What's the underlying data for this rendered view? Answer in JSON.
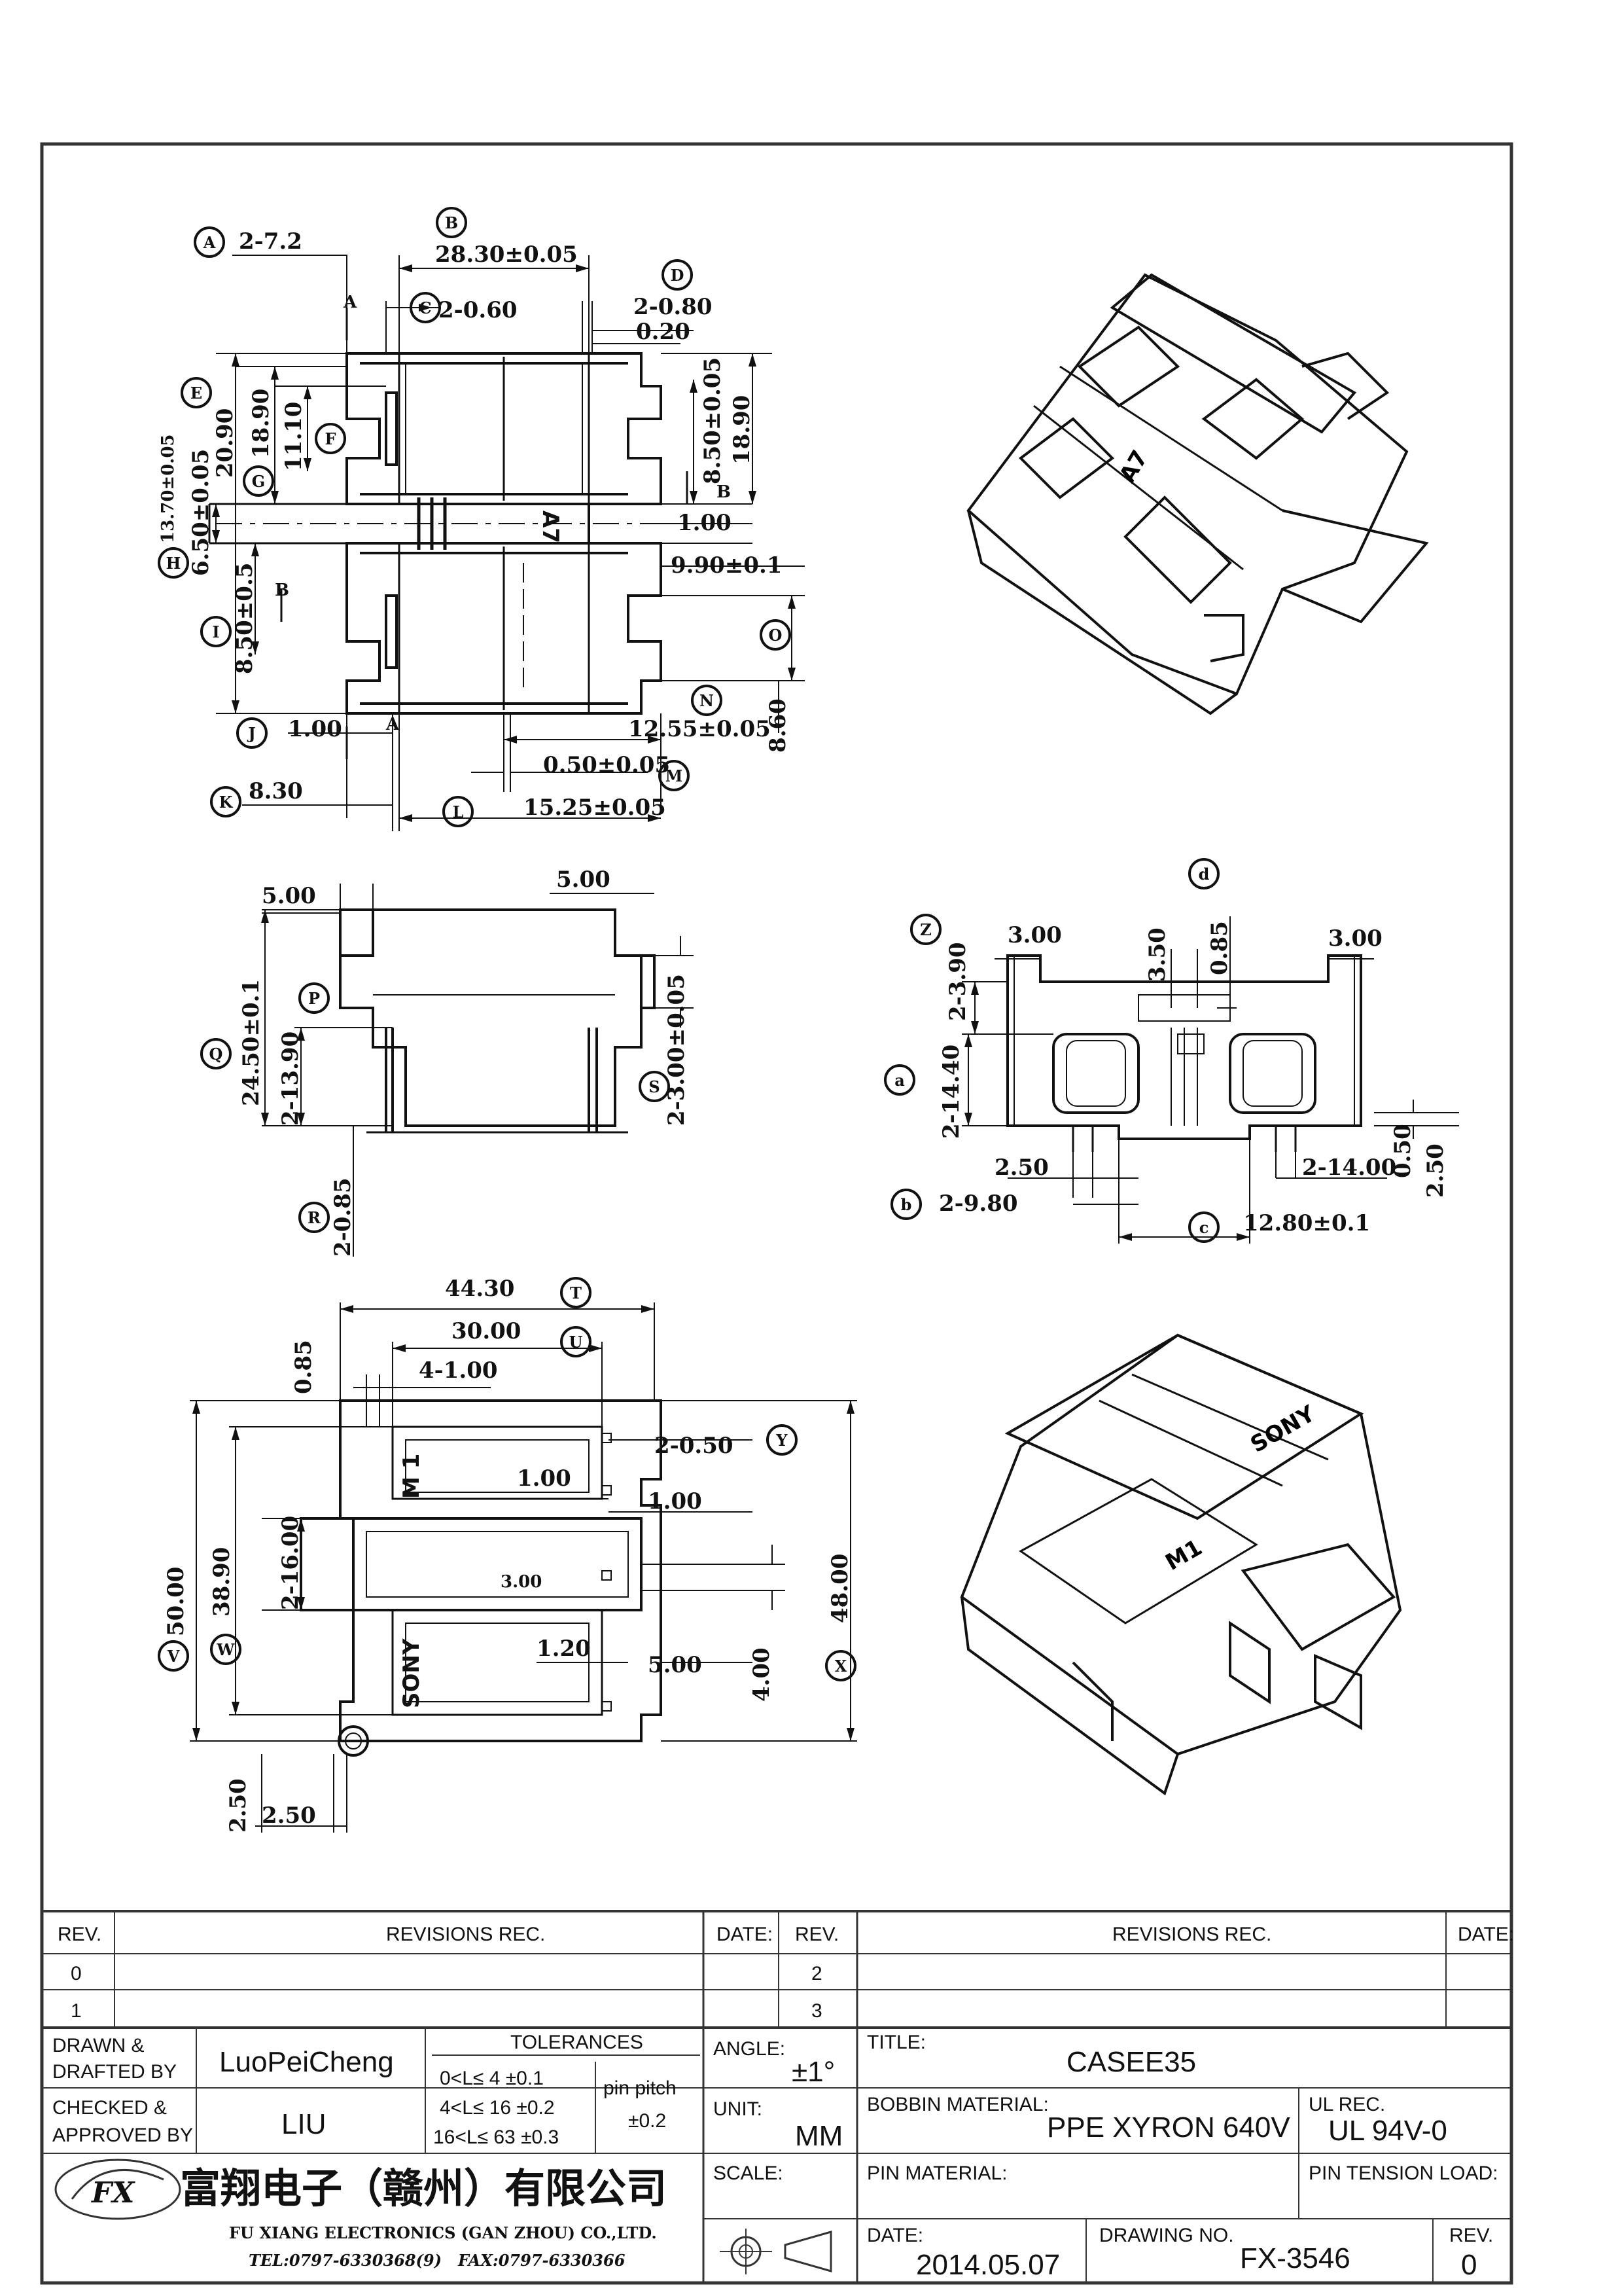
{
  "view_top": {
    "circ": {
      "A": "A",
      "B": "B",
      "C": "C",
      "D": "D",
      "E": "E",
      "F": "F",
      "G": "G",
      "H": "H",
      "I": "I",
      "J": "J",
      "K": "K",
      "L": "L",
      "M": "M",
      "N": "N",
      "O": "O"
    },
    "A": "2-7.2",
    "B": "28.30±0.05",
    "C": "2-0.60",
    "D": "2-0.80",
    "D2": "0.20",
    "E": "20.90",
    "F": "11.10",
    "E2": "18.90",
    "G": "13.70±0.05",
    "H": "6.50±0.05",
    "R1": "8.50±0.05",
    "R2": "18.90",
    "R3": "1.00",
    "R4": "9.90±0.1",
    "I": "8.50±0.5",
    "J": "1.00",
    "K": "8.30",
    "N": "12.55±0.05",
    "M": "0.50±0.05",
    "L": "15.25±0.05",
    "O": "8.60",
    "sec_a": "A",
    "sec_b": "B",
    "mark": "A7"
  },
  "view_side": {
    "circ": {
      "P": "P",
      "Q": "Q",
      "R": "R",
      "S": "S"
    },
    "t1": "5.00",
    "t2": "5.00",
    "Q": "24.50±0.1",
    "P": "2-13.90",
    "S": "2-3.00±0.05",
    "R": "2-0.85"
  },
  "view_end": {
    "circ": {
      "Z": "Z",
      "d": "d",
      "a": "a",
      "b": "b",
      "c": "c"
    },
    "t1": "3.00",
    "t2": "3.50",
    "t3": "3.00",
    "Z": "2-3.90",
    "d": "0.85",
    "a": "2-14.40",
    "v1": "2.50",
    "v2": "2-14.00",
    "v3": "0.50",
    "v4": "2.50",
    "b": "2-9.80",
    "c": "12.80±0.1"
  },
  "view_bottom": {
    "circ": {
      "T": "T",
      "U": "U",
      "V": "V",
      "W": "W",
      "X": "X",
      "Y": "Y"
    },
    "T": "44.30",
    "U": "30.00",
    "u1": "0.85",
    "u2": "4-1.00",
    "Y": "2-0.50",
    "Y2": "1.00",
    "Y3": "1.00",
    "V": "50.00",
    "W": "38.90",
    "W2": "2-16.00",
    "X": "48.00",
    "m1": "3.00",
    "m2": "1.20",
    "m3": "5.00",
    "m4": "4.00",
    "b1": "2.50",
    "b2": "2.50",
    "lab_m1": "M 1",
    "lab_sony": "SONY"
  },
  "iso": {
    "mark1": "A7",
    "mark2": "SONY",
    "mark3": "M1"
  },
  "title_block": {
    "rev_h": "REV.",
    "rec_h": "REVISIONS   REC.",
    "date_h": "DATE:",
    "rev_h2": "REV.",
    "rec_h2": "REVISIONS   REC.",
    "date_h2": "DATE:",
    "r0": "0",
    "r1": "1",
    "r2": "2",
    "r3": "3",
    "drawn_1": "DRAWN  &",
    "drawn_2": "DRAFTED  BY",
    "drawn_val": "LuoPeiCheng",
    "checked_1": "CHECKED  &",
    "checked_2": "APPROVED  BY",
    "checked_val": "LIU",
    "tol_h": "TOLERANCES",
    "tol_1": "0<L≤  4    ±0.1",
    "tol_2": "4<L≤  16  ±0.2",
    "tol_3": "16<L≤  63  ±0.3",
    "pin_pitch": "pin  pitch",
    "pin_pitch_v": "±0.2",
    "angle_h": "ANGLE:",
    "angle_v": "±1°",
    "unit_h": "UNIT:",
    "unit_v": "MM",
    "scale_h": "SCALE:",
    "title_h": "TITLE:",
    "title_v": "CASEE35",
    "bob_h": "BOBBIN  MATERIAL:",
    "bob_v": "PPE  XYRON  640V",
    "ul_h": "UL  REC.",
    "ul_v": "UL  94V-0",
    "pin_mat_h": "PIN  MATERIAL:",
    "pin_ten_h": "PIN  TENSION  LOAD:",
    "date_lab": "DATE:",
    "date_v": "2014.05.07",
    "dno_h": "DRAWING  NO.",
    "dno_v": "FX-3546",
    "rev_lab": "REV.",
    "rev_v": "0",
    "company_cn": "富翔电子（赣州）有限公司",
    "company_en": "FU XIANG ELECTRONICS (GAN ZHOU) CO.,LTD.",
    "tel": "TEL:0797-6330368(9)",
    "fax": "FAX:0797-6330366",
    "logo": "FX"
  }
}
